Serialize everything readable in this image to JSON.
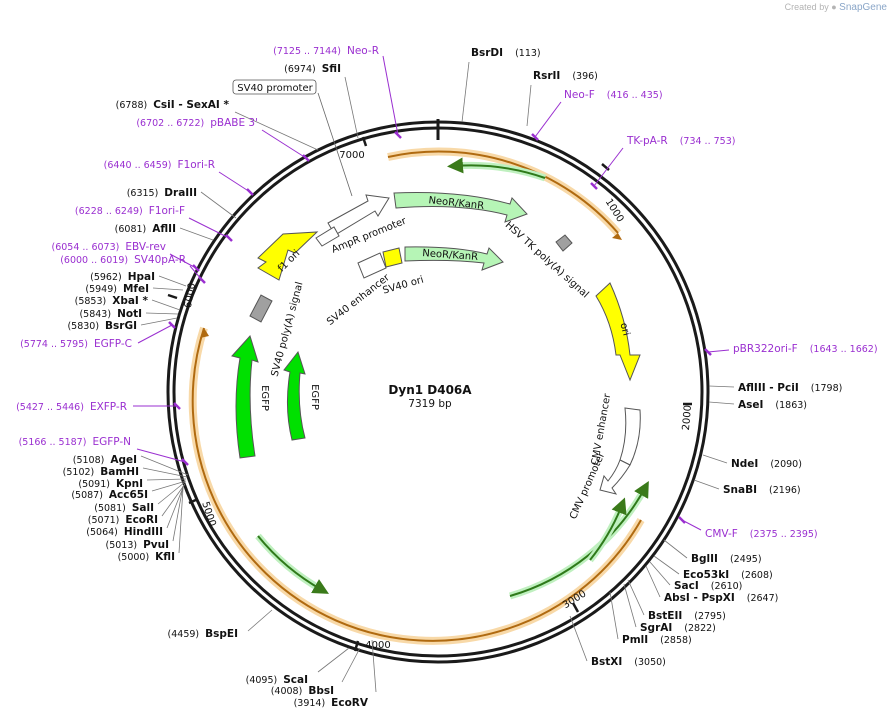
{
  "credit": {
    "prefix": "Created by",
    "brand": "SnapGene"
  },
  "plasmid": {
    "name": "Dyn1 D406A",
    "length": "7319 bp"
  },
  "colors": {
    "backbone": "#1a1a1a",
    "site_label_number": "#222222",
    "primer": "#9a2fd0",
    "feature_green": "#b6f5b6",
    "feature_yellow": "#ffff00",
    "gene_green": "#00e000",
    "orf_orange": "#e8a33c",
    "grey_feature": "#a0a0a0"
  },
  "ticks": [
    "1000",
    "2000",
    "3000",
    "4000",
    "5000",
    "6000",
    "7000"
  ],
  "sites": [
    {
      "name": "BsrDI",
      "pos": "(113)"
    },
    {
      "name": "RsrII",
      "pos": "(396)"
    },
    {
      "name": "AflIII  - PciI",
      "pos": "(1798)"
    },
    {
      "name": "AseI",
      "pos": "(1863)"
    },
    {
      "name": "NdeI",
      "pos": "(2090)"
    },
    {
      "name": "SnaBI",
      "pos": "(2196)"
    },
    {
      "name": "BglII",
      "pos": "(2495)"
    },
    {
      "name": "Eco53kI",
      "pos": "(2608)"
    },
    {
      "name": "SacI",
      "pos": "(2610)"
    },
    {
      "name": "AbsI  - PspXI",
      "pos": "(2647)"
    },
    {
      "name": "BstEII",
      "pos": "(2795)"
    },
    {
      "name": "SgrAI",
      "pos": "(2822)"
    },
    {
      "name": "PmlI",
      "pos": "(2858)"
    },
    {
      "name": "BstXI",
      "pos": "(3050)"
    },
    {
      "name": "EcoRV",
      "pos": "(3914)"
    },
    {
      "name": "BbsI",
      "pos": "(4008)"
    },
    {
      "name": "ScaI",
      "pos": "(4095)"
    },
    {
      "name": "BspEI",
      "pos": "(4459)"
    },
    {
      "name": "KflI",
      "pos": "(5000)"
    },
    {
      "name": "PvuI",
      "pos": "(5013)"
    },
    {
      "name": "HindIII",
      "pos": "(5064)"
    },
    {
      "name": "EcoRI",
      "pos": "(5071)"
    },
    {
      "name": "SalI",
      "pos": "(5081)"
    },
    {
      "name": "Acc65I",
      "pos": "(5087)"
    },
    {
      "name": "KpnI",
      "pos": "(5091)"
    },
    {
      "name": "BamHI",
      "pos": "(5102)"
    },
    {
      "name": "AgeI",
      "pos": "(5108)"
    },
    {
      "name": "BsrGI",
      "pos": "(5830)"
    },
    {
      "name": "NotI",
      "pos": "(5843)"
    },
    {
      "name": "XbaI *",
      "pos": "(5853)"
    },
    {
      "name": "MfeI",
      "pos": "(5949)"
    },
    {
      "name": "HpaI",
      "pos": "(5962)"
    },
    {
      "name": "AflII",
      "pos": "(6081)"
    },
    {
      "name": "DraIII",
      "pos": "(6315)"
    },
    {
      "name": "CsiI  - SexAI *",
      "pos": "(6788)"
    },
    {
      "name": "SfiI",
      "pos": "(6974)"
    }
  ],
  "primers": [
    {
      "name": "Neo-R",
      "range": "(7125 .. 7144)"
    },
    {
      "name": "Neo-F",
      "range": "(416 .. 435)"
    },
    {
      "name": "TK-pA-R",
      "range": "(734 .. 753)"
    },
    {
      "name": "pBR322ori-F",
      "range": "(1643 .. 1662)"
    },
    {
      "name": "CMV-F",
      "range": "(2375 .. 2395)"
    },
    {
      "name": "EGFP-N",
      "range": "(5166 .. 5187)"
    },
    {
      "name": "EXFP-R",
      "range": "(5427 .. 5446)"
    },
    {
      "name": "EGFP-C",
      "range": "(5774 .. 5795)"
    },
    {
      "name": "SV40pA-R",
      "range": "(6000 .. 6019)"
    },
    {
      "name": "EBV-rev",
      "range": "(6054 .. 6073)"
    },
    {
      "name": "F1ori-F",
      "range": "(6228 .. 6249)"
    },
    {
      "name": "F1ori-R",
      "range": "(6440 .. 6459)"
    },
    {
      "name": "pBABE 3'",
      "range": "(6702 .. 6722)"
    }
  ],
  "boxed_label": "SV40 promoter",
  "features": {
    "neor_outer": "NeoR/KanR",
    "neor_inner": "NeoR/KanR",
    "ampr_promoter": "AmpR promoter",
    "hsv_tk": "HSV TK poly(A) signal",
    "sv40_enhancer": "SV40 enhancer",
    "sv40_ori": "SV40 ori",
    "f1_ori": "f1 ori",
    "sv40_polya": "SV40 poly(A) signal",
    "ori": "ori",
    "cmv_enhancer": "CMV enhancer",
    "cmv_promoter": "CMV promoter",
    "egfp_outer": "EGFP",
    "egfp_inner": "EGFP"
  }
}
